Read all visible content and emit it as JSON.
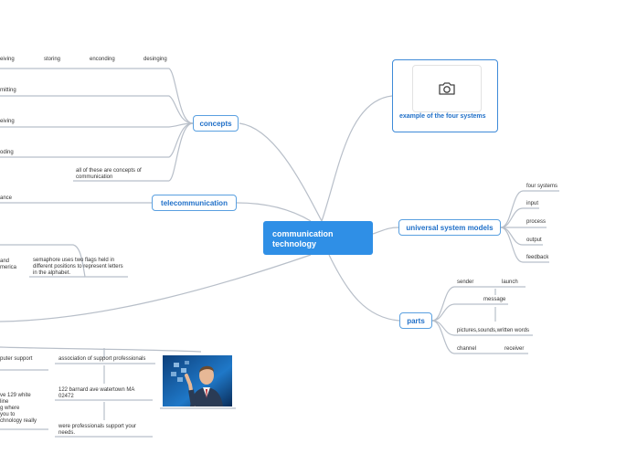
{
  "central": {
    "title": "communication technology"
  },
  "branches": {
    "concepts": "concepts",
    "telecommunication": "telecommunication",
    "example": "example of the four systems",
    "universal": "universal system models",
    "parts": "parts"
  },
  "concepts": {
    "top_row": [
      "eiving",
      "storing",
      "enconding",
      "desinging"
    ],
    "items": [
      "mitting",
      "eiving",
      "oding"
    ],
    "note": "all of these are concepts of communication"
  },
  "telecommunication": {
    "item": "ance"
  },
  "semaphore": {
    "fragment": "and\nmerica",
    "text": "semaphore uses two flags held in different positions to represent letters in the alphabet."
  },
  "universal": {
    "items": [
      "four systems",
      "input",
      "process",
      "output",
      "feedback"
    ]
  },
  "parts": {
    "sender": "sender",
    "launch": "launch",
    "message": "message",
    "pictures": "pictures,sounds,written  words",
    "channel": "channel",
    "receiver": "receiver"
  },
  "support": {
    "left_top": "puter support",
    "left_block": "ve 129 white\nline\ng where\nyou to\nchnology really",
    "association": "association of support professionals",
    "address": "122 barnard ave watertown MA 02472",
    "professionals": "were professionals support your needs."
  },
  "colors": {
    "accent": "#2f8fe6",
    "node_border": "#5aa0e0",
    "line": "#b8bfc9",
    "node_text": "#1f6fc8"
  },
  "icons": {
    "image_placeholder": "camera-icon"
  }
}
